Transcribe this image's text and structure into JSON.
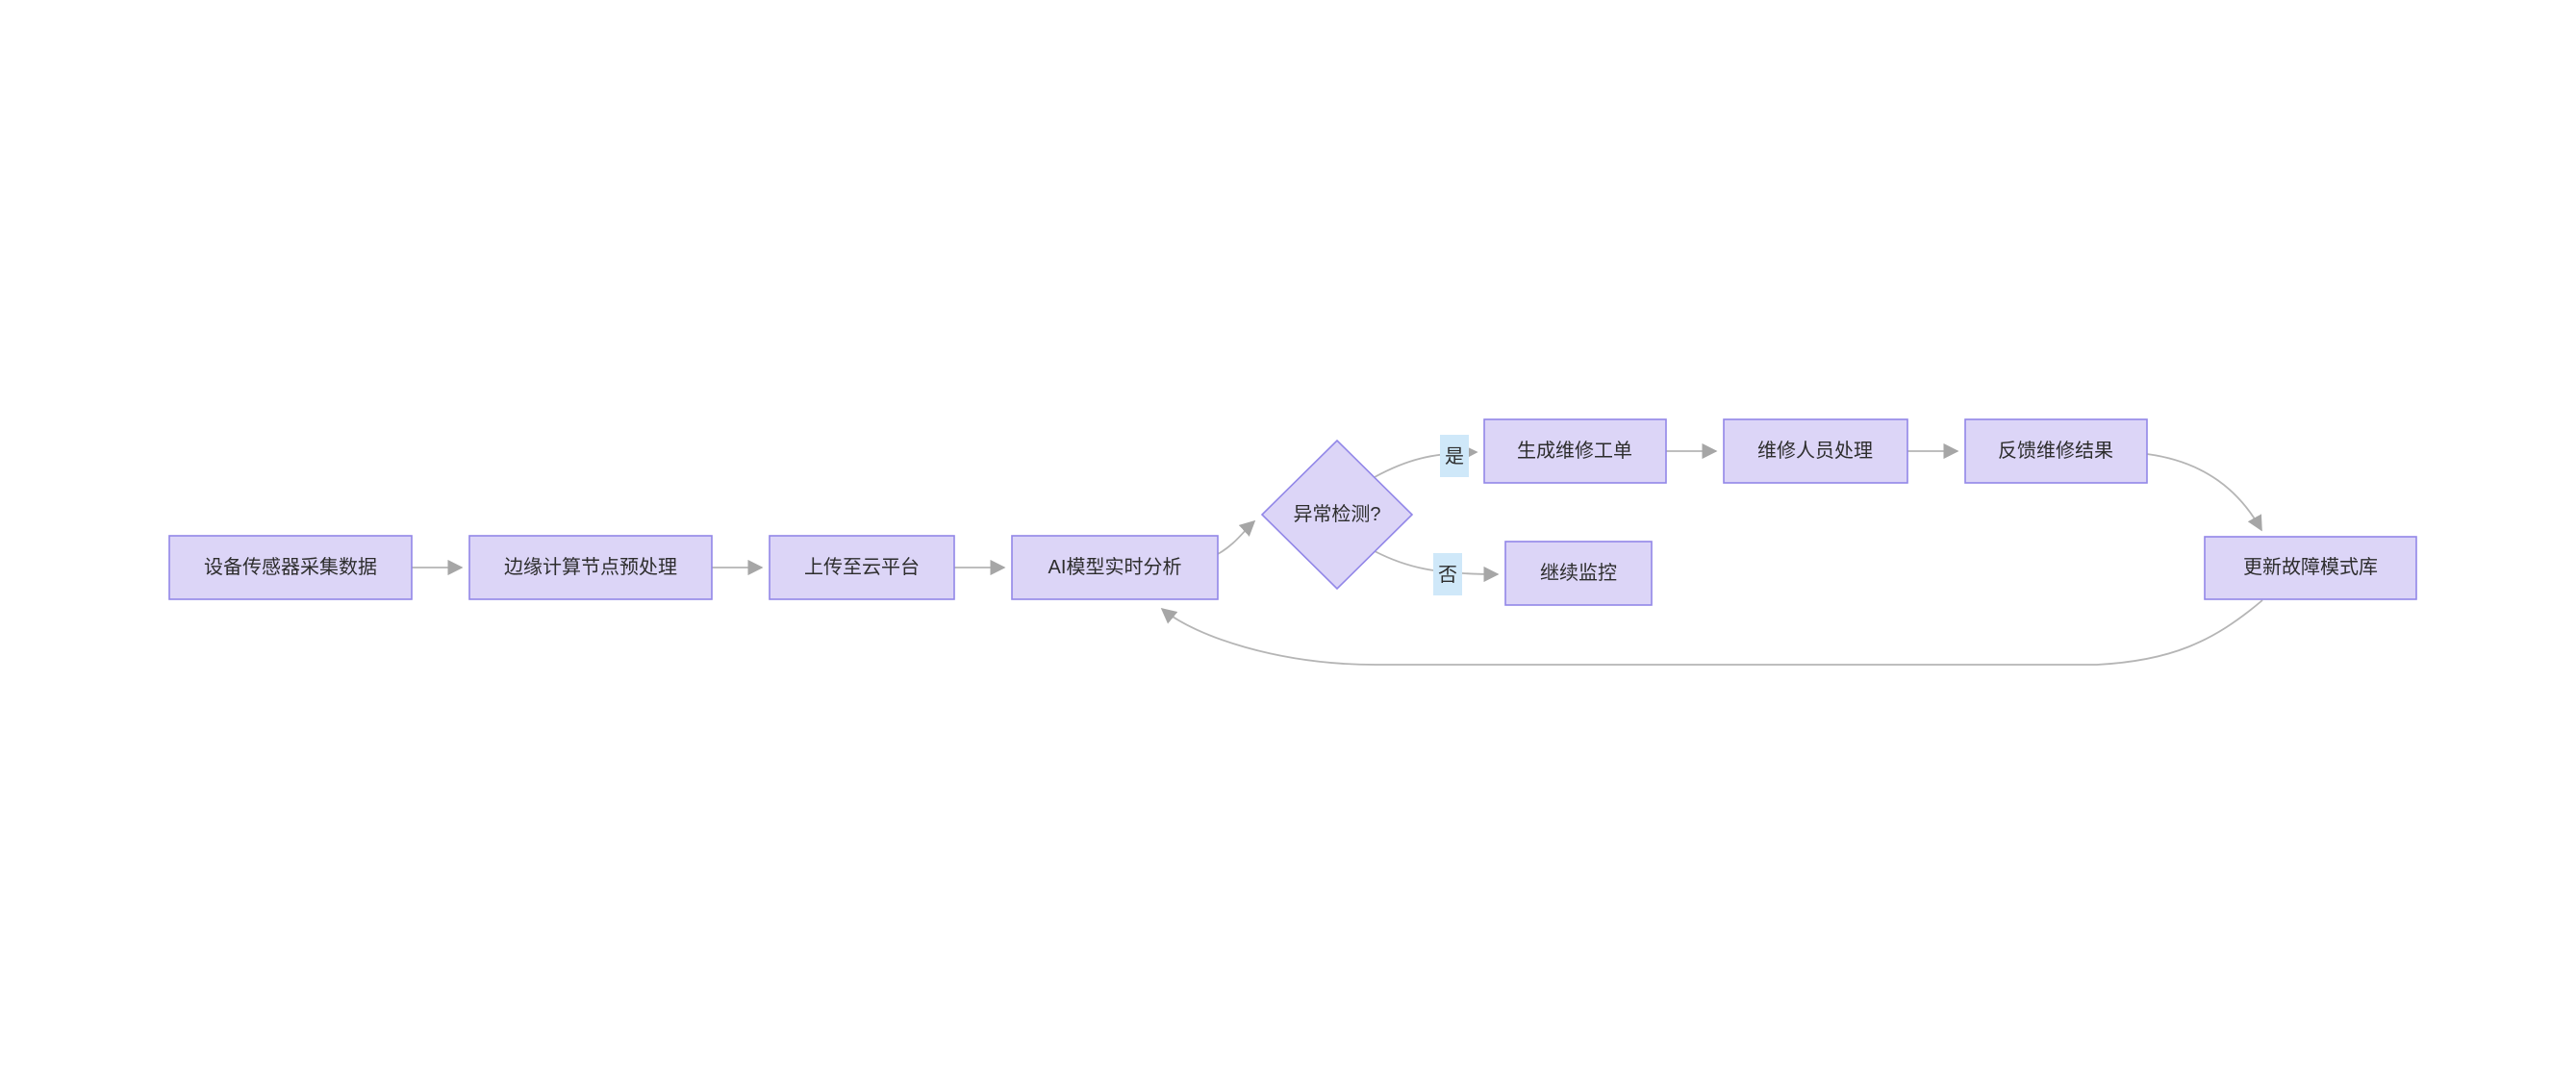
{
  "diagram": {
    "type": "flowchart",
    "direction": "left-to-right",
    "nodes": [
      {
        "id": "A",
        "label": "设备传感器采集数据",
        "shape": "rect"
      },
      {
        "id": "B",
        "label": "边缘计算节点预处理",
        "shape": "rect"
      },
      {
        "id": "C",
        "label": "上传至云平台",
        "shape": "rect"
      },
      {
        "id": "D",
        "label": "AI模型实时分析",
        "shape": "rect"
      },
      {
        "id": "E",
        "label": "异常检测?",
        "shape": "diamond"
      },
      {
        "id": "F",
        "label": "生成维修工单",
        "shape": "rect"
      },
      {
        "id": "G",
        "label": "维修人员处理",
        "shape": "rect"
      },
      {
        "id": "H",
        "label": "反馈维修结果",
        "shape": "rect"
      },
      {
        "id": "I",
        "label": "更新故障模式库",
        "shape": "rect"
      },
      {
        "id": "J",
        "label": "继续监控",
        "shape": "rect"
      }
    ],
    "edge_labels": {
      "yes": "是",
      "no": "否"
    },
    "edges": [
      {
        "from": "A",
        "to": "B",
        "label": ""
      },
      {
        "from": "B",
        "to": "C",
        "label": ""
      },
      {
        "from": "C",
        "to": "D",
        "label": ""
      },
      {
        "from": "D",
        "to": "E",
        "label": ""
      },
      {
        "from": "E",
        "to": "F",
        "label": "是"
      },
      {
        "from": "F",
        "to": "G",
        "label": ""
      },
      {
        "from": "G",
        "to": "H",
        "label": ""
      },
      {
        "from": "H",
        "to": "I",
        "label": ""
      },
      {
        "from": "E",
        "to": "J",
        "label": "否"
      },
      {
        "from": "I",
        "to": "D",
        "label": ""
      }
    ],
    "colors": {
      "node_fill": "#dcd5f7",
      "node_border": "#9287e8",
      "node_text": "#2d2d2d",
      "edge_line": "#b5b5b5",
      "arrowhead": "#a6a6a6",
      "edge_label_bg": "#cfe8f9",
      "edge_label_text": "#2d2d2d",
      "canvas_bg": "#ffffff"
    }
  }
}
